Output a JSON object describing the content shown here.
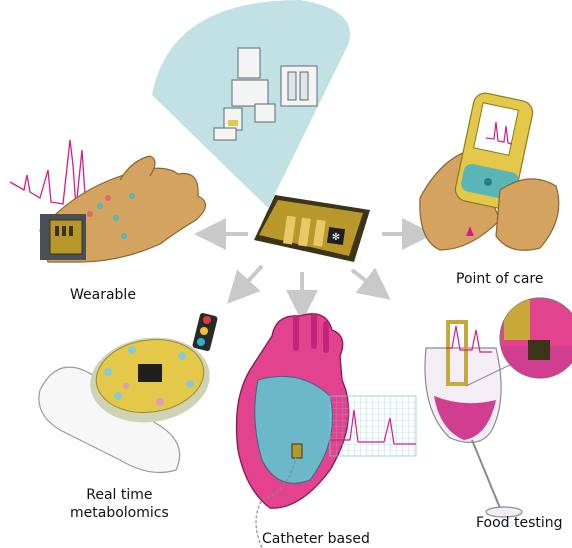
{
  "labels": {
    "wearable": "Wearable",
    "point_of_care": "Point of care",
    "real_time_line1": "Real time",
    "real_time_line2": "metabolomics",
    "catheter": "Catheter based",
    "food": "Food testing"
  },
  "colors": {
    "magenta": "#d81b8c",
    "chip_gold": "#b8972b",
    "chip_dark": "#3b3418",
    "skin": "#d4a35f",
    "cone": "#bfdfe3",
    "heart_pink": "#e3428f",
    "heart_blue": "#6cb8c9",
    "yellow": "#e3c84a",
    "teal": "#5ab5b7",
    "arrow": "#c9c9c9"
  },
  "icons": [
    "sensor-chip-icon",
    "instrument-cone-icon",
    "wrist-hand-icon",
    "handheld-reader-icon",
    "petri-dish-icon",
    "traffic-light-icon",
    "heart-icon",
    "wine-glass-icon",
    "magnifier-icon"
  ]
}
